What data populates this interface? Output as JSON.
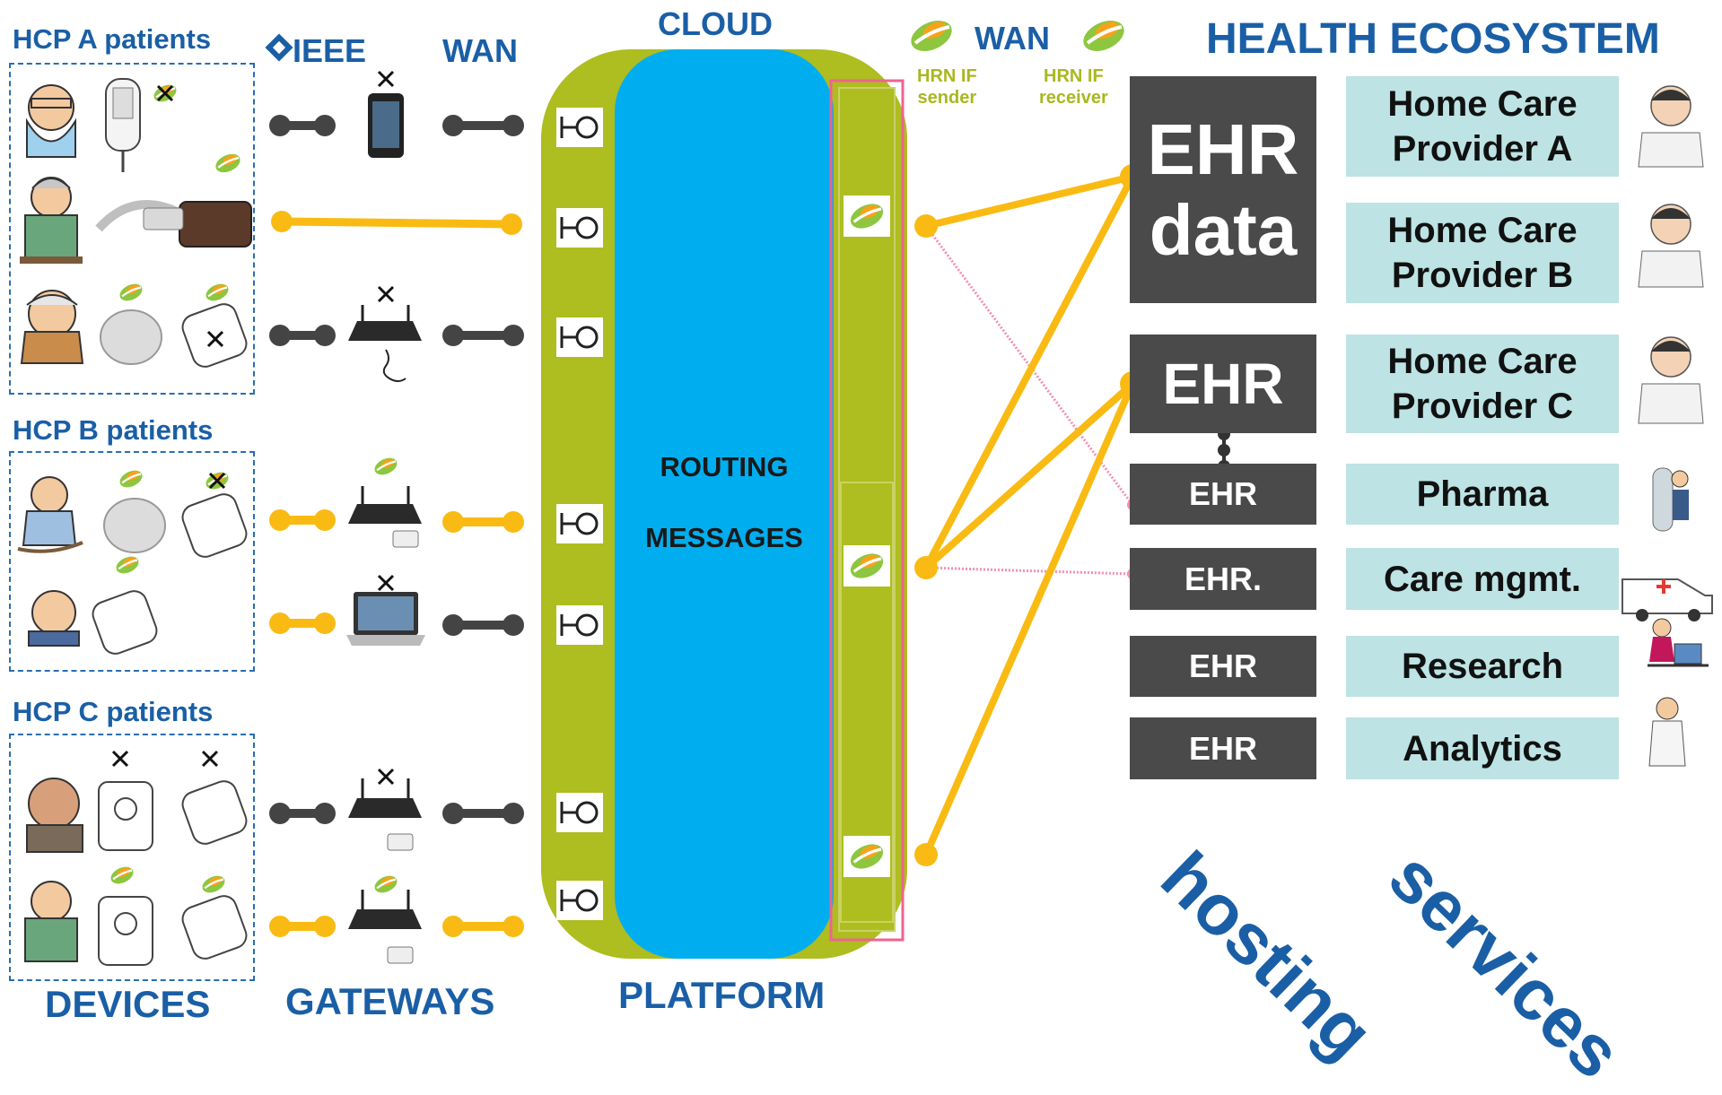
{
  "labels": {
    "hcp_a": "HCP A patients",
    "hcp_b": "HCP B patients",
    "hcp_c": "HCP C patients",
    "ieee": "IEEE",
    "wan_left": "WAN",
    "cloud": "CLOUD",
    "wan_right": "WAN",
    "hrn_sender": "HRN IF\nsender",
    "hrn_receiver": "HRN IF\nreceiver",
    "health_ecosystem": "HEALTH ECOSYSTEM",
    "routing": "ROUTING",
    "messages": "MESSAGES",
    "devices": "DEVICES",
    "gateways": "GATEWAYS",
    "platform": "PLATFORM",
    "hosting": "hosting",
    "services": "services"
  },
  "ehr_boxes": [
    {
      "line1": "EHR",
      "line2": "data"
    },
    {
      "label": "EHR"
    },
    {
      "label": "EHR"
    },
    {
      "label": "EHR."
    },
    {
      "label": "EHR"
    },
    {
      "label": "EHR"
    }
  ],
  "services": [
    {
      "line1": "Home Care",
      "line2": "Provider A"
    },
    {
      "line1": "Home Care",
      "line2": "Provider B"
    },
    {
      "line1": "Home Care",
      "line2": "Provider C"
    },
    {
      "label": "Pharma"
    },
    {
      "label": "Care mgmt."
    },
    {
      "label": "Research"
    },
    {
      "label": "Analytics"
    }
  ],
  "colors": {
    "title_blue": "#1a5fa6",
    "connector_yellow": "#f9bb13",
    "connector_dark": "#444444",
    "platform_green": "#aebd1f",
    "routing_blue": "#00aeef",
    "ehr_gray": "#4a4a4a",
    "service_teal": "#bde3e4",
    "hrn_pink": "#f48fb1",
    "hrn_green": "#8dc63f"
  }
}
